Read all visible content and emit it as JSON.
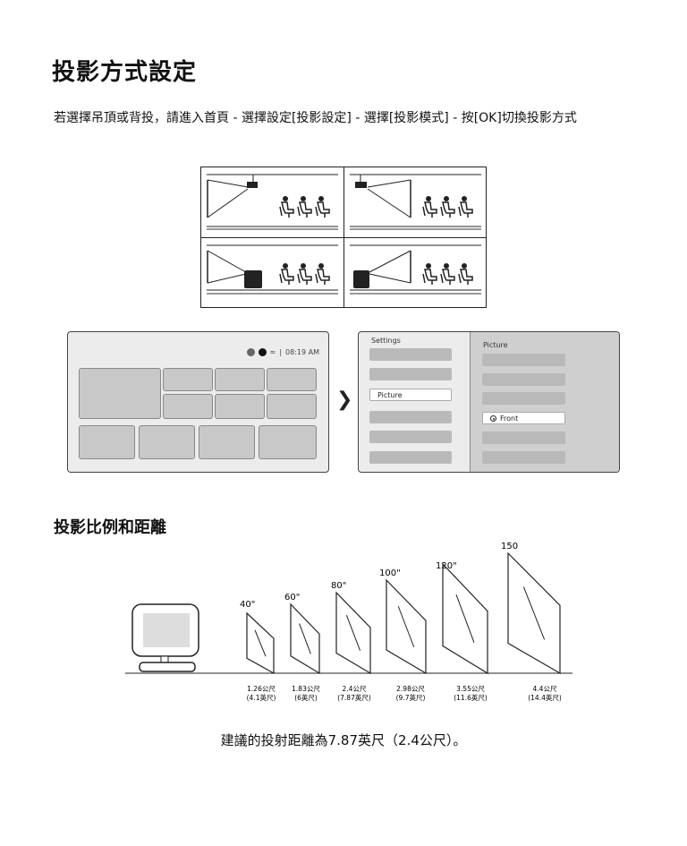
{
  "section1": {
    "title": "投影方式設定",
    "instructions": "若選擇吊頂或背投，請進入首頁 - 選擇設定[投影設定] - 選擇[投影模式] - 按[OK]切換投影方式"
  },
  "home_screen": {
    "time": "08:19 AM",
    "separator": "|",
    "wifi_icon": "wifi-icon"
  },
  "settings_screen": {
    "title": "Settings",
    "selected_item": "Picture",
    "submenu_title": "Picture",
    "submenu_selected": "Front"
  },
  "section2": {
    "title": "投影比例和距離",
    "sizes": [
      {
        "size": "40\"",
        "distance": "1.26公尺",
        "feet": "(4.1英尺)"
      },
      {
        "size": "60\"",
        "distance": "1.83公尺",
        "feet": "(6英尺)"
      },
      {
        "size": "80\"",
        "distance": "2.4公尺",
        "feet": "(7.87英尺)"
      },
      {
        "size": "100\"",
        "distance": "2.98公尺",
        "feet": "(9.7英尺)"
      },
      {
        "size": "120\"",
        "distance": "3.55公尺",
        "feet": "(11.6英尺)"
      },
      {
        "size": "150",
        "distance": "4.4公尺",
        "feet": "(14.4英尺)"
      }
    ],
    "recommendation": "建議的投射距離為7.87英尺（2.4公尺）。"
  }
}
